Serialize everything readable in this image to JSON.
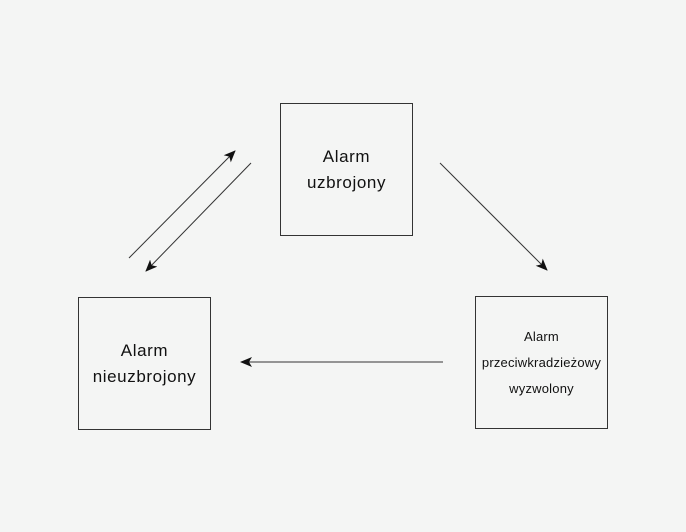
{
  "diagram": {
    "states": {
      "armed": {
        "line1": "Alarm",
        "line2": "uzbrojony"
      },
      "disarmed": {
        "line1": "Alarm",
        "line2": "nieuzbrojony"
      },
      "triggered": {
        "line1": "Alarm",
        "line2": "przeciwkradzieżowy",
        "line3": "wyzwolony"
      }
    },
    "transitions": [
      {
        "from": "disarmed",
        "to": "armed"
      },
      {
        "from": "armed",
        "to": "disarmed"
      },
      {
        "from": "armed",
        "to": "triggered"
      },
      {
        "from": "triggered",
        "to": "disarmed"
      }
    ],
    "colors": {
      "background": "#f4f5f4",
      "stroke": "#333333",
      "text": "#111111"
    }
  }
}
